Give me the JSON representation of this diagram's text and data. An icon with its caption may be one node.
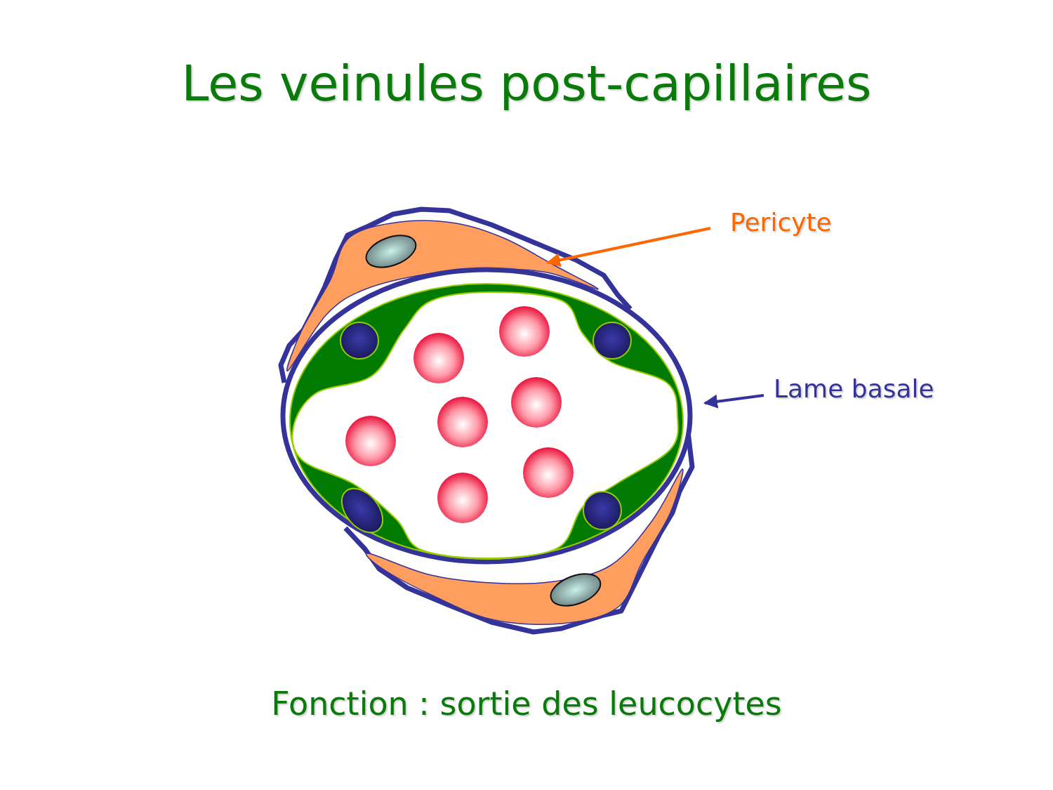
{
  "diagram": {
    "title": "Les veinules post-capillaires",
    "caption": "Fonction : sortie des leucocytes",
    "nodes": [
      {
        "text": [
          "Pericyte"
        ]
      },
      {
        "text": [],
        "shape": "picture"
      },
      {
        "text": [
          "Lame basale"
        ]
      },
      {
        "text": [],
        "shape": "picture"
      }
    ],
    "edges": [
      {
        "from": 0,
        "to": 1,
        "arrow": "to",
        "color": "#ff6600"
      },
      {
        "from": 2,
        "to": 3,
        "arrow": "to",
        "color": "#333399"
      }
    ]
  }
}
